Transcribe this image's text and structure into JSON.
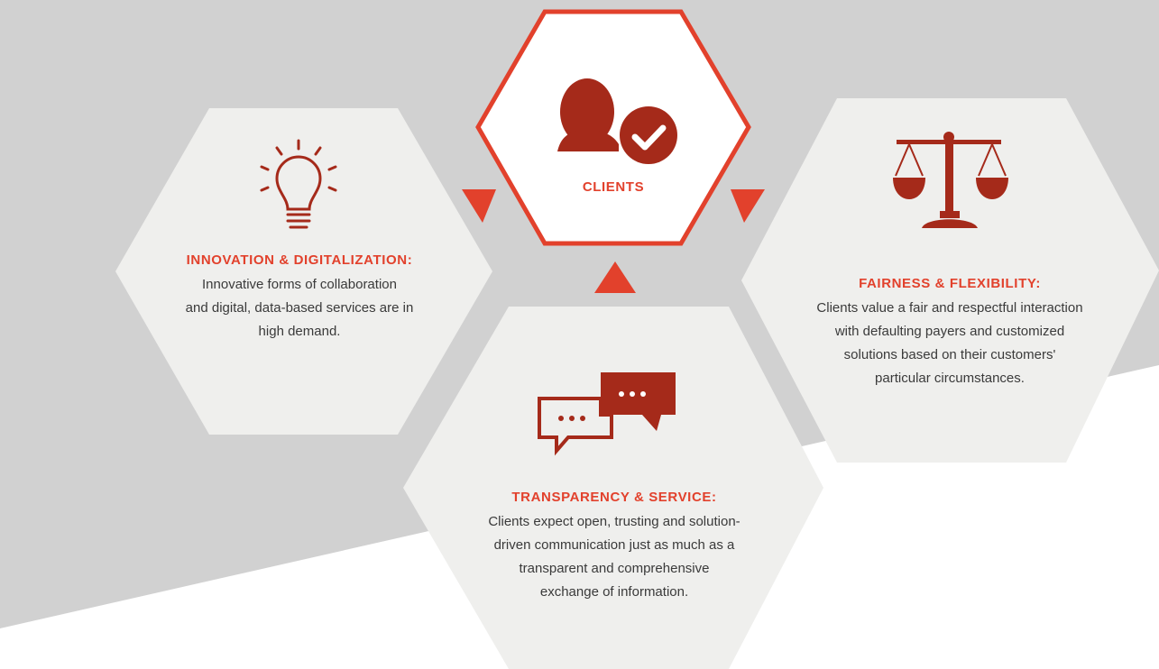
{
  "center": {
    "label": "CLIENTS",
    "icon": "user-check-icon"
  },
  "segments": [
    {
      "id": "innovation",
      "icon": "lightbulb-icon",
      "title": "INNOVATION & DIGITALIZATION:",
      "lines": [
        "Innovative forms of collaboration",
        "and digital, data-based services are in",
        "high demand."
      ]
    },
    {
      "id": "fairness",
      "icon": "scales-icon",
      "title": "FAIRNESS & FLEXIBILITY:",
      "lines": [
        "Clients value a fair and respectful interaction",
        "with defaulting payers and customized",
        "solutions based on their customers'",
        "particular circumstances."
      ]
    },
    {
      "id": "transparency",
      "icon": "chat-bubbles-icon",
      "title": "TRANSPARENCY & SERVICE:",
      "lines": [
        "Clients expect open, trusting and solution-",
        "driven communication just as much as a",
        "transparent and comprehensive",
        "exchange of information."
      ]
    }
  ],
  "colors": {
    "accent": "#e2412c",
    "icon": "#a52a1a",
    "hex_fill": "#efefed",
    "background_band": "#d1d1d1"
  }
}
